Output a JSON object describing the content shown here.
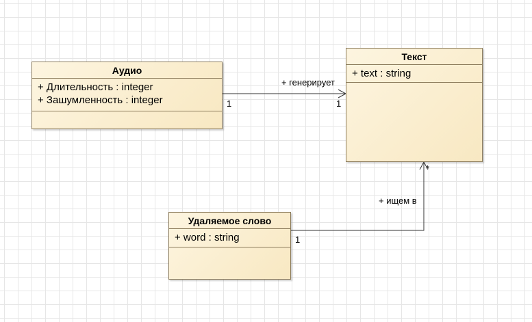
{
  "classes": {
    "audio": {
      "name": "Аудио",
      "attributes": [
        "+ Длительность : integer",
        "+ Зашумленность : integer"
      ]
    },
    "text": {
      "name": "Текст",
      "attributes": [
        "+ text : string"
      ]
    },
    "removed_word": {
      "name": "Удаляемое слово",
      "attributes": [
        "+ word : string"
      ]
    }
  },
  "associations": {
    "generates": {
      "role": "+ генерирует",
      "source_multiplicity": "1",
      "target_multiplicity": "1"
    },
    "searched_in": {
      "role": "+ ищем в",
      "source_multiplicity": "1",
      "target_multiplicity": "*"
    }
  }
}
